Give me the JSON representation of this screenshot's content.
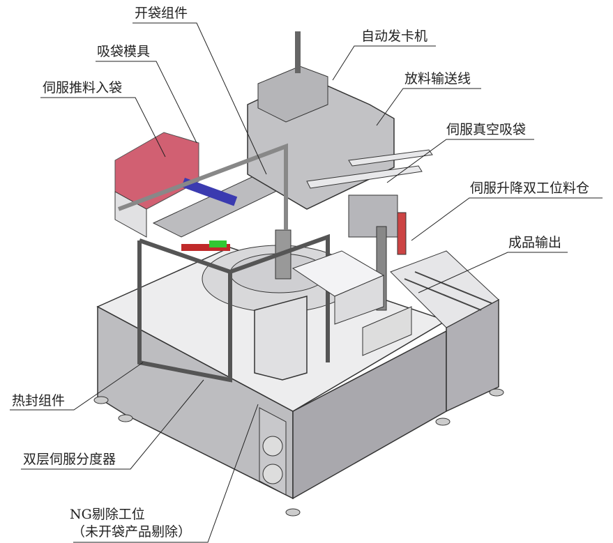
{
  "labels": {
    "bag_opening": "开袋组件",
    "auto_card_dispenser": "自动发卡机",
    "suction_mold": "吸袋模具",
    "feed_conveyor": "放料输送线",
    "servo_push_bagging": "伺服推料入袋",
    "servo_vacuum_suction": "伺服真空吸袋",
    "servo_lift_dual_magazine": "伺服升降双工位料仓",
    "product_output": "成品输出",
    "heat_seal": "热封组件",
    "dual_servo_indexer": "双层伺服分度器",
    "ng_reject_station": "NG剔除工位",
    "ng_reject_note": "（未开袋产品剔除）"
  }
}
